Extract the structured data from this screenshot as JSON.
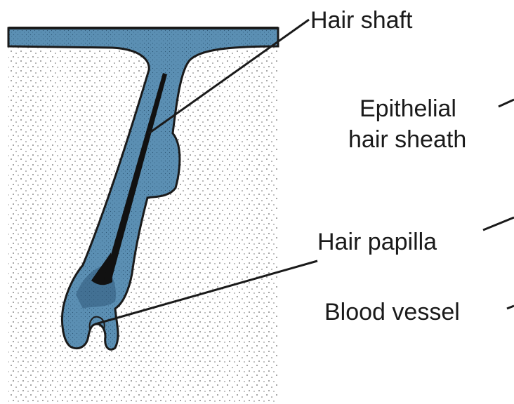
{
  "labels": {
    "hair_shaft": "Hair shaft",
    "epithelial_sheath_line1": "Epithelial",
    "epithelial_sheath_line2": "hair sheath",
    "hair_papilla": "Hair papilla",
    "blood_vessel": "Blood vessel"
  },
  "colors": {
    "tissue_blue": "#5b8fb3",
    "tissue_blue_dark": "#3d6f92",
    "outline": "#1a1a1a",
    "dermis_dot": "#555555",
    "background": "#ffffff"
  }
}
